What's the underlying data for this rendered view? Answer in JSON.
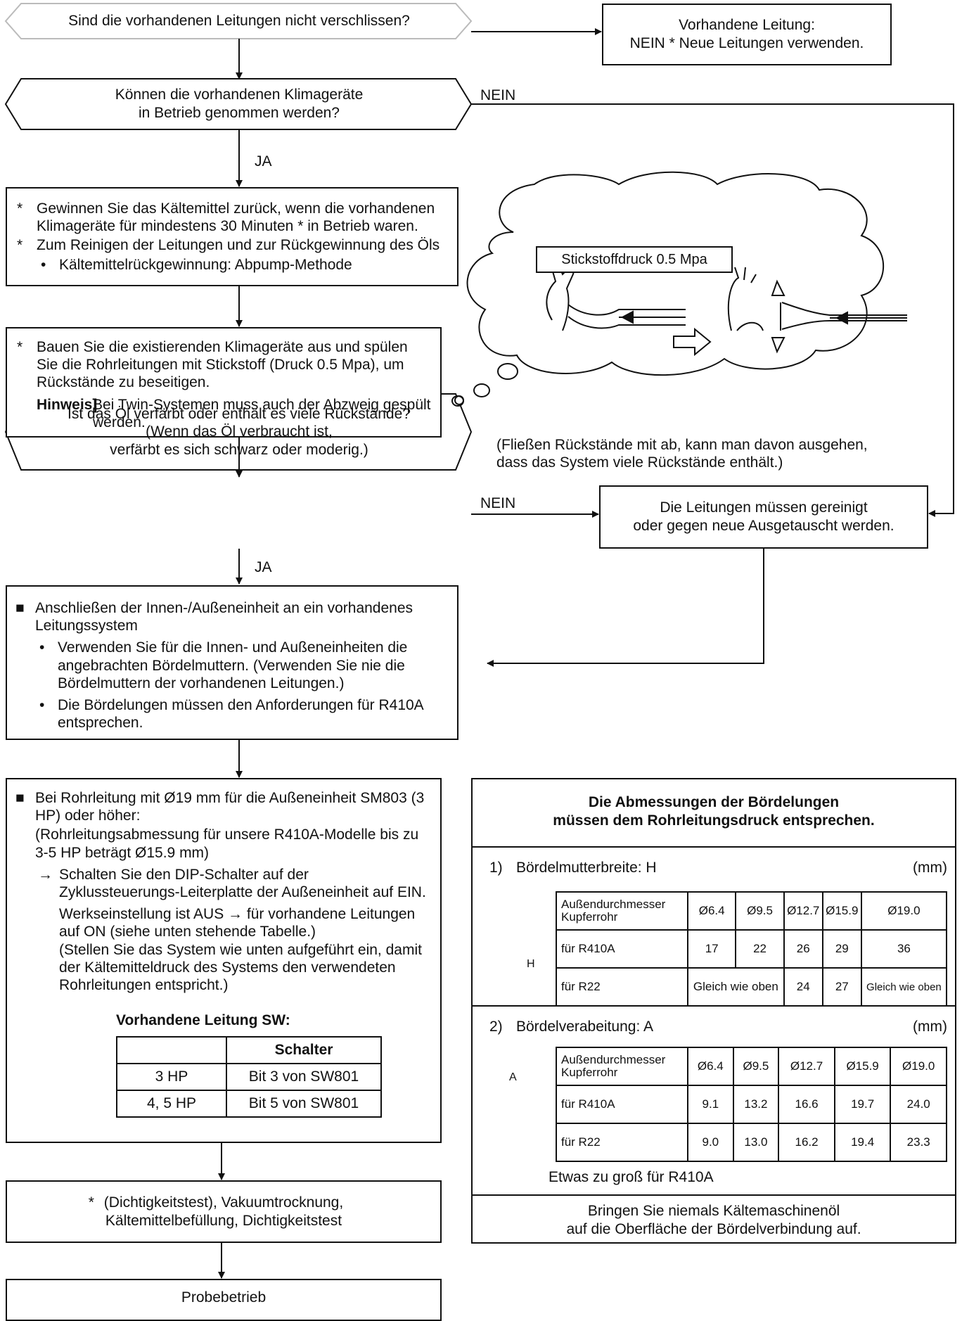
{
  "q1": {
    "text": "Sind die vorhandenen Leitungen nicht verschlissen?"
  },
  "r1": {
    "line1": "Vorhandene Leitung:",
    "line2": "NEIN * Neue Leitungen verwenden."
  },
  "q2": {
    "line1": "Können die vorhandenen Klimageräte",
    "line2": "in Betrieb genommen werden?",
    "no_label": "NEIN",
    "yes_label": "JA"
  },
  "step1": {
    "items": [
      {
        "marker": "*",
        "text": "Gewinnen Sie das Kältemittel zurück, wenn die vorhandenen Klimageräte für mindestens 30 Minuten * in Betrieb waren."
      },
      {
        "marker": "*",
        "text": "Zum Reinigen der Leitungen und zur Rückgewinnung des Öls"
      }
    ],
    "sub": {
      "marker": "•",
      "text": "Kältemittelrückgewinnung: Abpump-Methode"
    }
  },
  "step2": {
    "marker": "*",
    "text": "Bauen Sie die existierenden Klimageräte aus und spülen Sie die Rohrleitungen mit Stickstoff (Druck 0.5 Mpa), um Rückstände zu beseitigen.",
    "note_label": "Hinweis]",
    "note_text": "Bei Twin-Systemen muss auch der Abzweig gespült werden."
  },
  "bubble": {
    "label": "Stickstoffdruck 0.5 Mpa"
  },
  "bubble_caption": {
    "line1": "(Fließen Rückstände mit ab, kann man davon ausgehen,",
    "line2": "dass das System viele Rückstände enthält.)"
  },
  "q3": {
    "line1": "Ist das Öl verfärbt oder enthält es viele Rückstände?",
    "line2": "(Wenn das Öl verbraucht ist,",
    "line3": "verfärbt es sich schwarz oder moderig.)",
    "no_label": "NEIN",
    "yes_label": "JA"
  },
  "r3": {
    "line1": "Die Leitungen müssen gereinigt",
    "line2": "oder gegen neue Ausgetauscht werden."
  },
  "step3": {
    "marker": "■",
    "text": "Anschließen der Innen-/Außeneinheit an ein vorhandenes Leitungssystem",
    "subs": [
      {
        "marker": "•",
        "text": "Verwenden Sie für die Innen- und Außeneinheiten die angebrachten Bördelmuttern. (Verwenden Sie nie die Bördelmuttern der vorhandenen Leitungen.)"
      },
      {
        "marker": "•",
        "text": "Die Bördelungen müssen den Anforderungen für R410A entsprechen."
      }
    ]
  },
  "step4": {
    "marker": "■",
    "text": "Bei Rohrleitung mit Ø19 mm für die Außeneinheit SM803 (3 HP) oder höher:",
    "paren": "(Rohrleitungsabmessung für unsere R410A-Modelle bis zu 3-5 HP beträgt Ø15.9 mm)",
    "arrow_marker": "→",
    "arrow_text": "Schalten Sie den DIP-Schalter auf der Zyklussteuerungs-Leiterplatte der Außeneinheit auf EIN.",
    "p2": "Werkseinstellung ist AUS → für vorhandene Leitungen auf ON (siehe unten stehende Tabelle.)",
    "p3": "(Stellen Sie das System wie unten aufgeführt ein, damit der Kältemitteldruck des Systems den verwendeten Rohrleitungen entspricht.)",
    "table_title": "Vorhandene Leitung SW:",
    "table_header": [
      "",
      "Schalter"
    ],
    "table_rows": [
      [
        "3 HP",
        "Bit 3 von SW801"
      ],
      [
        "4, 5 HP",
        "Bit 5 von SW801"
      ]
    ]
  },
  "flare": {
    "title_line1": "Die Abmessungen der Bördelungen",
    "title_line2": "müssen dem Rohrleitungsdruck entsprechen.",
    "sec1": {
      "num": "1)",
      "title": "Bördelmutterbreite: H",
      "unit": "(mm)",
      "dim_label": "H",
      "header": [
        "Außendurchmesser Kupferrohr",
        "Ø6.4",
        "Ø9.5",
        "Ø12.7",
        "Ø15.9",
        "Ø19.0"
      ],
      "r410": [
        "für R410A",
        "17",
        "22",
        "26",
        "29",
        "36"
      ],
      "r22": [
        "für R22",
        "Gleich wie oben",
        "24",
        "27",
        "Gleich wie oben"
      ]
    },
    "sec2": {
      "num": "2)",
      "title": "Bördelverabeitung: A",
      "unit": "(mm)",
      "dim_label": "A",
      "header": [
        "Außendurchmesser Kupferrohr",
        "Ø6.4",
        "Ø9.5",
        "Ø12.7",
        "Ø15.9",
        "Ø19.0"
      ],
      "r410": [
        "für R410A",
        "9.1",
        "13.2",
        "16.6",
        "19.7",
        "24.0"
      ],
      "r22": [
        "für R22",
        "9.0",
        "13.0",
        "16.2",
        "19.4",
        "23.3"
      ],
      "note": "Etwas zu groß für R410A"
    },
    "footer_line1": "Bringen Sie niemals Kältemaschinenöl",
    "footer_line2": "auf die Oberfläche der Bördelverbindung auf."
  },
  "step5": {
    "marker": "*",
    "line1": "(Dichtigkeitstest), Vakuumtrocknung,",
    "line2": "Kältemittelbefüllung, Dichtigkeitstest"
  },
  "step6": {
    "text": "Probebetrieb"
  }
}
